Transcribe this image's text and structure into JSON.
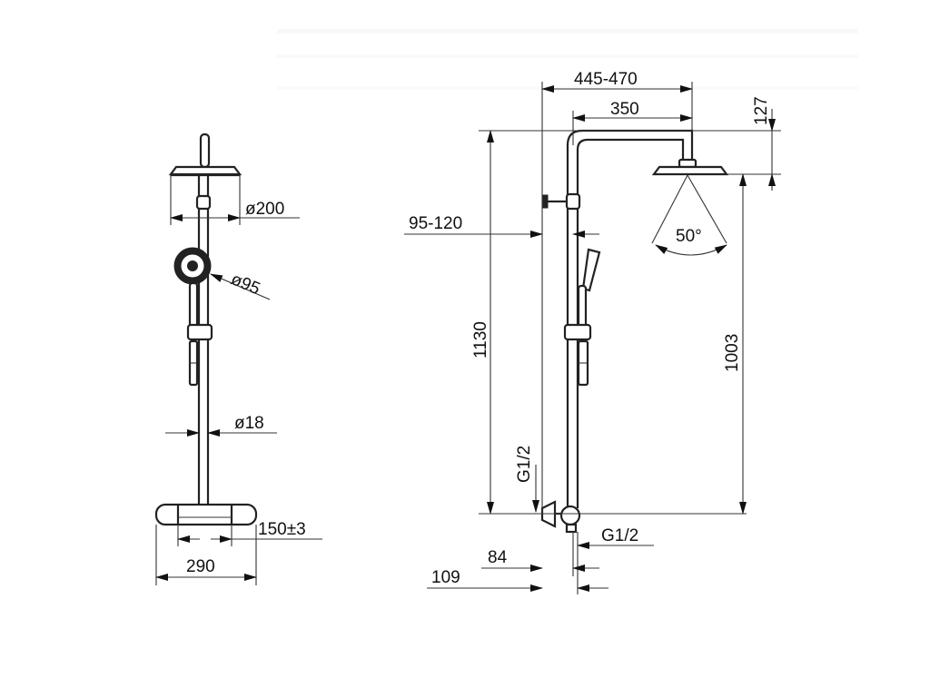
{
  "front_view": {
    "head_diameter": "ø200",
    "handshower_diameter": "ø95",
    "pipe_diameter": "ø18",
    "connection_spacing": "150±3",
    "thermostat_width": "290"
  },
  "side_view": {
    "arm_reach": "445-470",
    "arm_length": "350",
    "head_offset": "127",
    "wall_clearance": "95-120",
    "total_height": "1130",
    "head_height": "1003",
    "spray_angle": "50°",
    "inlet_thread": "G1/2",
    "outlet_thread": "G1/2",
    "inlet_depth_1": "84",
    "inlet_depth_2": "109"
  }
}
